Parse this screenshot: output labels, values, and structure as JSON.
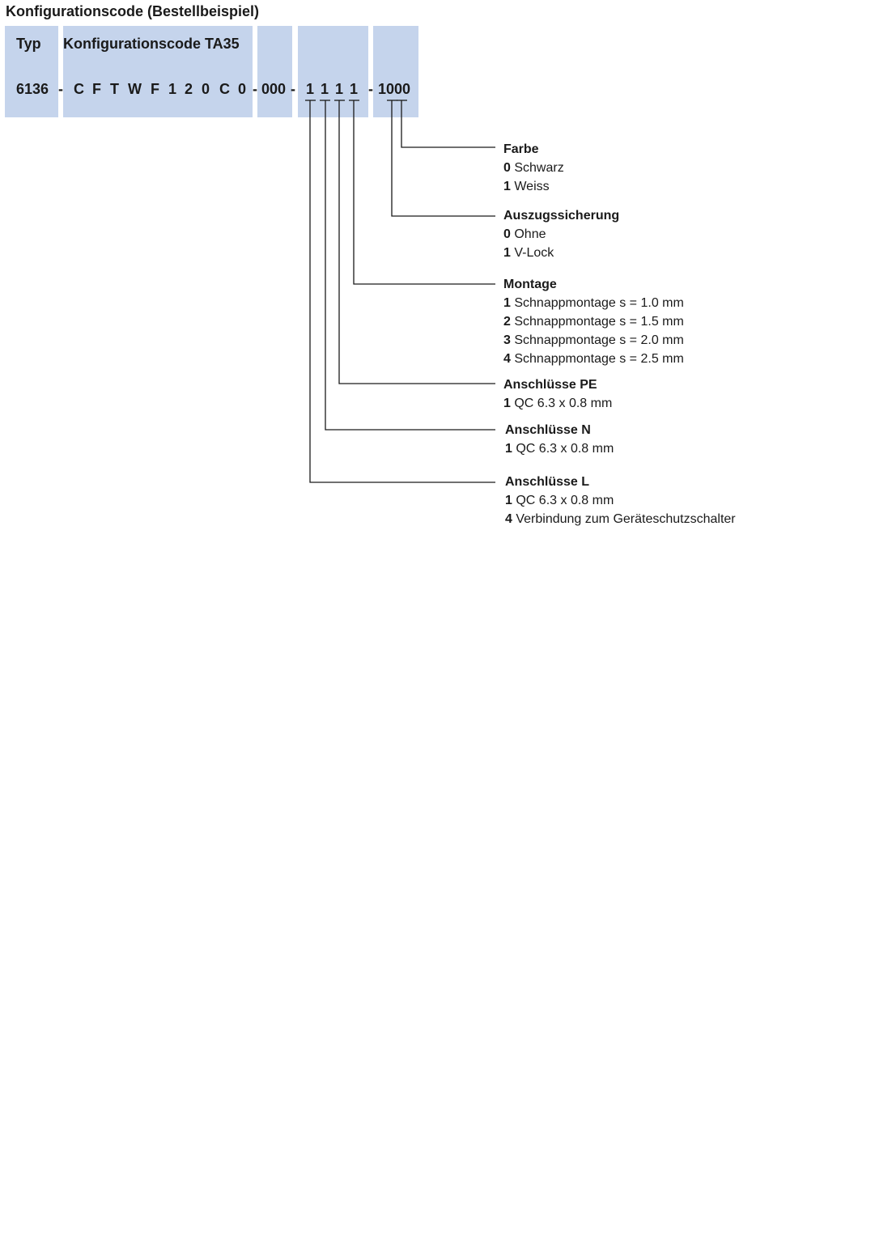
{
  "title": "Konfigurationscode (Bestellbeispiel)",
  "header": {
    "typ_label": "Typ",
    "config_label": "Konfigurationscode TA35"
  },
  "code": {
    "typ": "6136",
    "dash1": "-",
    "config_chars": [
      "C",
      "F",
      "T",
      "W",
      "F",
      "1",
      "2",
      "0",
      "C",
      "0"
    ],
    "dash2": "-",
    "group2": "000",
    "dash3": "-",
    "group3_digits": [
      "1",
      "1",
      "1",
      "1"
    ],
    "dash4": "-",
    "group4": "1000"
  },
  "box_color": "#c5d4ec",
  "legend": [
    {
      "heading": "Farbe",
      "options": [
        {
          "key": "0",
          "text": "Schwarz"
        },
        {
          "key": "1",
          "text": "Weiss"
        }
      ]
    },
    {
      "heading": "Auszugssicherung",
      "options": [
        {
          "key": "0",
          "text": "Ohne"
        },
        {
          "key": "1",
          "text": "V-Lock"
        }
      ]
    },
    {
      "heading": "Montage",
      "options": [
        {
          "key": "1",
          "text": "Schnappmontage s = 1.0 mm"
        },
        {
          "key": "2",
          "text": "Schnappmontage s = 1.5 mm"
        },
        {
          "key": "3",
          "text": "Schnappmontage s = 2.0 mm"
        },
        {
          "key": "4",
          "text": "Schnappmontage s = 2.5 mm"
        }
      ]
    },
    {
      "heading": "Anschlüsse PE",
      "options": [
        {
          "key": "1",
          "text": "QC 6.3 x 0.8 mm"
        }
      ]
    },
    {
      "heading": "Anschlüsse N",
      "options": [
        {
          "key": "1",
          "text": "QC 6.3 x 0.8 mm"
        }
      ]
    },
    {
      "heading": "Anschlüsse L",
      "options": [
        {
          "key": "1",
          "text": "QC 6.3 x 0.8 mm"
        },
        {
          "key": "4",
          "text": "Verbindung zum Geräteschutzschalter"
        }
      ]
    }
  ]
}
